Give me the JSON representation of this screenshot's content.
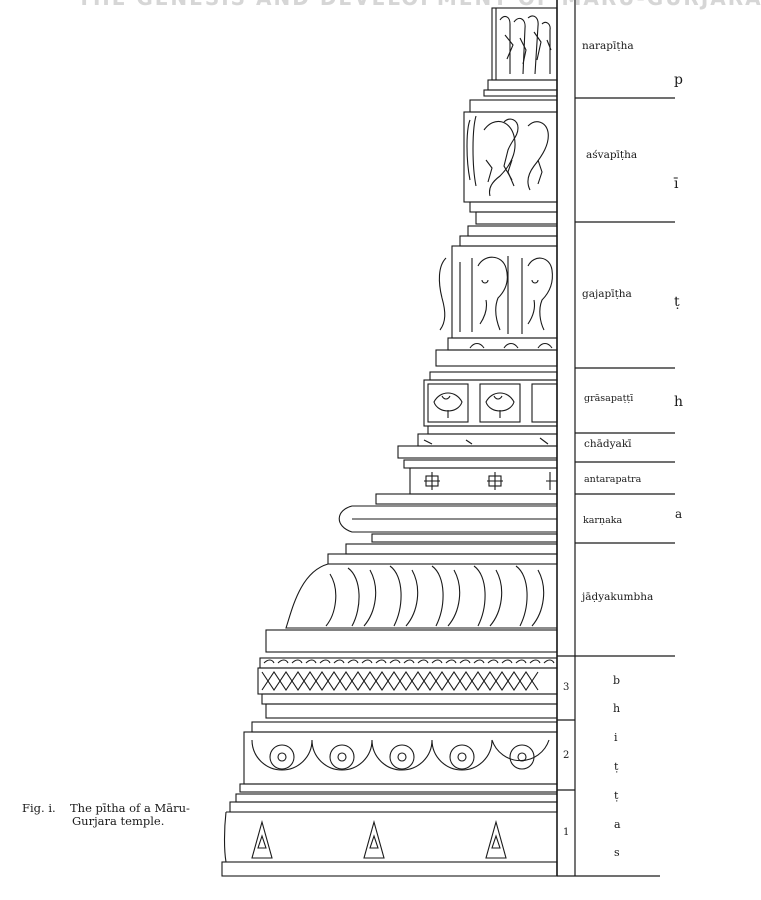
{
  "header": "THE GENESIS AND DEVELOPMENT OF MARU-GURJARA",
  "caption": {
    "fig": "Fig. i.",
    "line1": "The pītha of a Māru-",
    "line2": "Gurjara temple."
  },
  "pitha_letters": [
    "p",
    "ī",
    "ṭ",
    "h",
    "a"
  ],
  "bhittas_letters": [
    "b",
    "h",
    "i",
    "ṭ",
    "ṭ",
    "a",
    "s"
  ],
  "upper_labels": [
    "narapīṭha",
    "aśvapīṭha",
    "gajapīṭha",
    "grāsapaṭṭī",
    "chādyakī",
    "antarapatra",
    "karṇaka",
    "jāḍyakumbha"
  ],
  "course_numbers": [
    "3",
    "2",
    "1"
  ]
}
